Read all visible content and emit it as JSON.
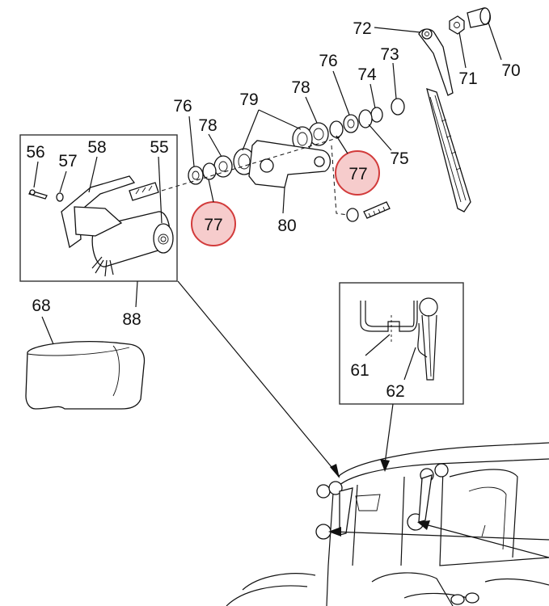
{
  "callouts": {
    "c55": "55",
    "c56": "56",
    "c57": "57",
    "c58": "58",
    "c61": "61",
    "c62": "62",
    "c68": "68",
    "c70": "70",
    "c71": "71",
    "c72": "72",
    "c73": "73",
    "c74": "74",
    "c75": "75",
    "c76a": "76",
    "c76b": "76",
    "c77a": "77",
    "c77b": "77",
    "c78a": "78",
    "c78b": "78",
    "c79": "79",
    "c80": "80",
    "c88": "88"
  },
  "colors": {
    "highlight_fill": "#f6cccc",
    "highlight_stroke": "#d23b3b",
    "line": "#111111"
  }
}
